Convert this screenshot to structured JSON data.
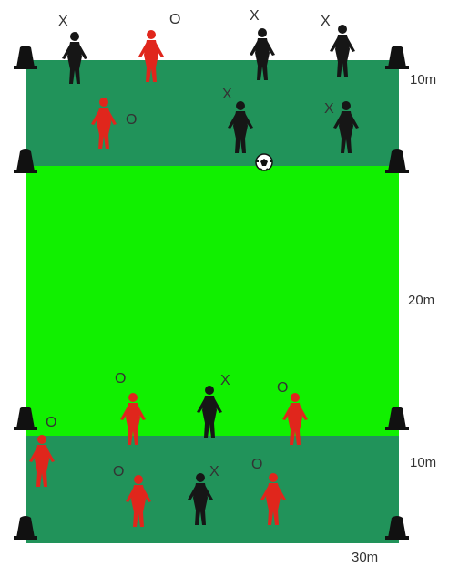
{
  "labels": {
    "top_zone": "10m",
    "middle_zone": "20m",
    "bottom_zone": "10m",
    "width": "30m"
  },
  "symbols": {
    "x": "X",
    "o": "O"
  },
  "colors": {
    "dark_zone": "#21935a",
    "middle_zone": "#11f000",
    "attacker": "#e0261c",
    "defender": "#161616",
    "cone": "#111111",
    "ball": "#ffffff"
  },
  "icons": [
    "cone-icon",
    "player-icon",
    "soccer-ball-icon"
  ]
}
